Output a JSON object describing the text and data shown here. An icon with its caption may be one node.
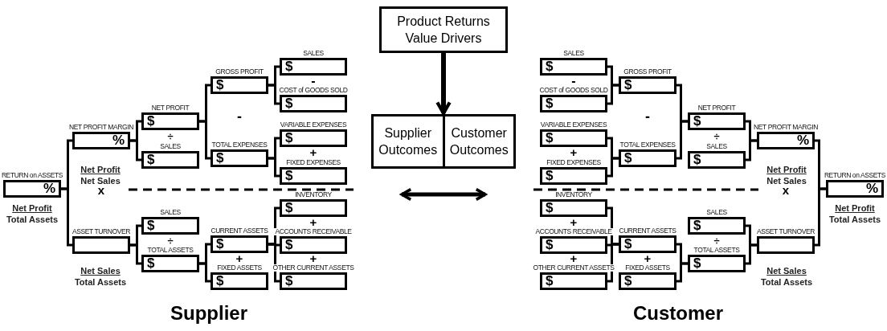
{
  "diagram": {
    "nodes": [
      {
        "text": [
          "Product Returns Value Drivers"
        ]
      },
      {
        "text": [],
        "shape": "box"
      },
      {
        "text": [
          "Supplier Outcomes"
        ],
        "in": 1
      },
      {
        "text": [
          "Customer Outcomes"
        ],
        "in": 1
      },
      {
        "text": [
          "RETURN on ASSETS",
          "%"
        ],
        "beside": [
          "Net Profit",
          "Total Assets"
        ]
      },
      {
        "text": [
          "NET PROFIT MARGIN",
          "%"
        ],
        "beside": [
          "Net Profit",
          "Net Sales"
        ]
      },
      {
        "text": [
          "NET PROFIT",
          "$"
        ]
      },
      {
        "text": [
          "SALES",
          "$"
        ]
      },
      {
        "text": [
          "GROSS PROFIT",
          "$"
        ]
      },
      {
        "text": [
          "SALES",
          "$"
        ]
      },
      {
        "text": [
          "COST of GOODS SOLD",
          "$"
        ]
      },
      {
        "text": [
          "TOTAL EXPENSES",
          "$"
        ]
      },
      {
        "text": [
          "VARIABLE EXPENSES",
          "$"
        ]
      },
      {
        "text": [
          "FIXED EXPENSES",
          "$"
        ]
      },
      {
        "text": [
          "ASSET TURNOVER"
        ],
        "beside": [
          "Net Sales",
          "Total Assets"
        ]
      },
      {
        "text": [
          "SALES",
          "$"
        ]
      },
      {
        "text": [
          "TOTAL ASSETS",
          "$"
        ]
      },
      {
        "text": [
          "CURRENT ASSETS",
          "$"
        ]
      },
      {
        "text": [
          "FIXED ASSETS",
          "$"
        ]
      },
      {
        "text": [
          "INVENTORY",
          "$"
        ]
      },
      {
        "text": [
          "ACCOUNTS RECEIVABLE",
          "$"
        ]
      },
      {
        "text": [
          "OTHER CURRENT ASSETS",
          "$"
        ]
      },
      {
        "text": [
          "RETURN on ASSETS",
          "%"
        ],
        "beside": [
          "Net Profit",
          "Total Assets"
        ]
      },
      {
        "text": [
          "NET PROFIT MARGIN",
          "%"
        ],
        "beside": [
          "Net Profit",
          "Net Sales"
        ]
      },
      {
        "text": [
          "NET PROFIT",
          "$"
        ]
      },
      {
        "text": [
          "SALES",
          "$"
        ]
      },
      {
        "text": [
          "GROSS PROFIT",
          "$"
        ]
      },
      {
        "text": [
          "SALES",
          "$"
        ]
      },
      {
        "text": [
          "COST of GOODS SOLD",
          "$"
        ]
      },
      {
        "text": [
          "TOTAL EXPENSES",
          "$"
        ]
      },
      {
        "text": [
          "VARIABLE EXPENSES",
          "$"
        ]
      },
      {
        "text": [
          "FIXED EXPENSES",
          "$"
        ]
      },
      {
        "text": [
          "ASSET TURNOVER"
        ],
        "beside": [
          "Net Sales",
          "Total Assets"
        ]
      },
      {
        "text": [
          "SALES",
          "$"
        ]
      },
      {
        "text": [
          "TOTAL ASSETS",
          "$"
        ]
      },
      {
        "text": [
          "CURRENT ASSETS",
          "$"
        ]
      },
      {
        "text": [
          "FIXED ASSETS",
          "$"
        ]
      },
      {
        "text": [
          "INVENTORY",
          "$"
        ]
      },
      {
        "text": [
          "ACCOUNTS RECEIVABLE",
          "$"
        ]
      },
      {
        "text": [
          "OTHER CURRENT ASSETS",
          "$"
        ]
      }
    ],
    "edges": [
      {
        "from": 0,
        "to": 1,
        "arrow": "to",
        "style": "thick"
      },
      {
        "from": 4,
        "to": 5,
        "arrow": "none"
      },
      {
        "from": 4,
        "to": 14,
        "arrow": "none"
      },
      {
        "from": 5,
        "to": 6,
        "arrow": "none"
      },
      {
        "from": 5,
        "to": 7,
        "arrow": "none"
      },
      {
        "from": 6,
        "to": 8,
        "arrow": "none"
      },
      {
        "from": 6,
        "to": 11,
        "arrow": "none"
      },
      {
        "from": 8,
        "to": 9,
        "arrow": "none"
      },
      {
        "from": 8,
        "to": 10,
        "arrow": "none"
      },
      {
        "from": 11,
        "to": 12,
        "arrow": "none"
      },
      {
        "from": 11,
        "to": 13,
        "arrow": "none"
      },
      {
        "from": 14,
        "to": 15,
        "arrow": "none"
      },
      {
        "from": 14,
        "to": 16,
        "arrow": "none"
      },
      {
        "from": 16,
        "to": 17,
        "arrow": "none"
      },
      {
        "from": 16,
        "to": 18,
        "arrow": "none"
      },
      {
        "from": 17,
        "to": 19,
        "arrow": "none"
      },
      {
        "from": 17,
        "to": 20,
        "arrow": "none"
      },
      {
        "from": 17,
        "to": 21,
        "arrow": "none"
      },
      {
        "from": 22,
        "to": 23,
        "arrow": "none"
      },
      {
        "from": 22,
        "to": 32,
        "arrow": "none"
      },
      {
        "from": 23,
        "to": 24,
        "arrow": "none"
      },
      {
        "from": 23,
        "to": 25,
        "arrow": "none"
      },
      {
        "from": 24,
        "to": 26,
        "arrow": "none"
      },
      {
        "from": 24,
        "to": 29,
        "arrow": "none"
      },
      {
        "from": 26,
        "to": 27,
        "arrow": "none"
      },
      {
        "from": 26,
        "to": 28,
        "arrow": "none"
      },
      {
        "from": 29,
        "to": 30,
        "arrow": "none"
      },
      {
        "from": 29,
        "to": 31,
        "arrow": "none"
      },
      {
        "from": 32,
        "to": 33,
        "arrow": "none"
      },
      {
        "from": 32,
        "to": 34,
        "arrow": "none"
      },
      {
        "from": 34,
        "to": 35,
        "arrow": "none"
      },
      {
        "from": 34,
        "to": 36,
        "arrow": "none"
      },
      {
        "from": 35,
        "to": 37,
        "arrow": "none"
      },
      {
        "from": 35,
        "to": 38,
        "arrow": "none"
      },
      {
        "from": 35,
        "to": 39,
        "arrow": "none"
      }
    ],
    "labels": [
      "-",
      "-",
      "÷",
      "+",
      "x",
      "÷",
      "+",
      "+",
      "+",
      "Supplier",
      "-",
      "-",
      "÷",
      "+",
      "x",
      "÷",
      "+",
      "+",
      "+",
      "Customer"
    ]
  }
}
